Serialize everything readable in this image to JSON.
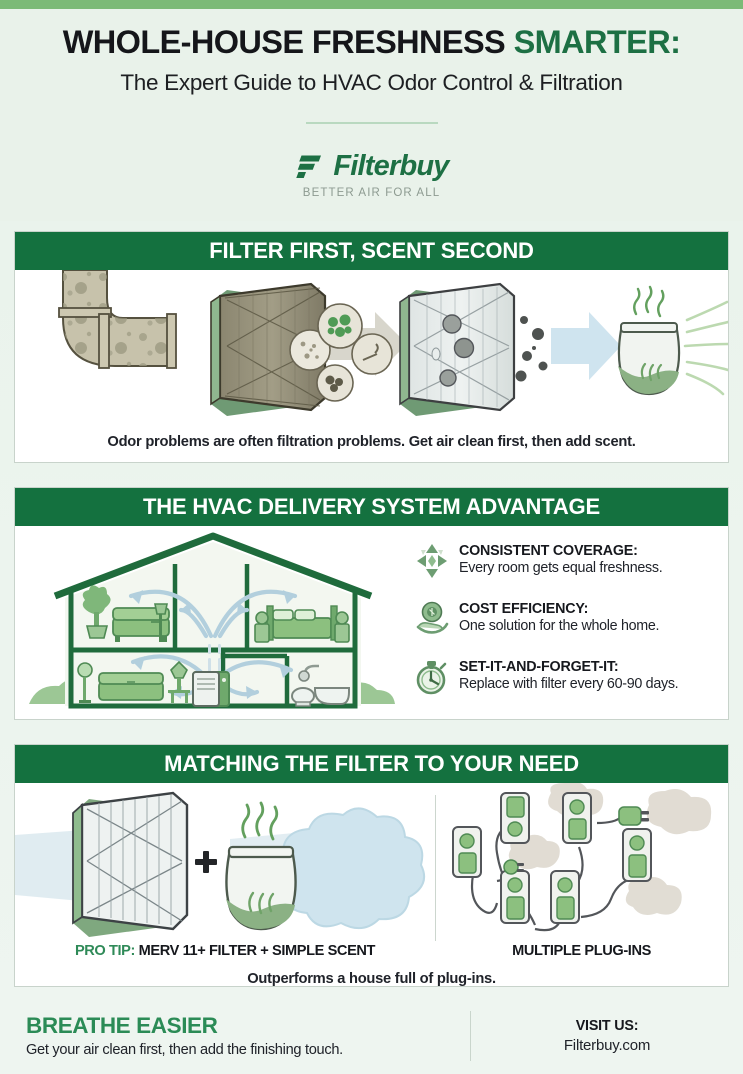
{
  "header": {
    "title_main": "WHOLE-HOUSE FRESHNESS ",
    "title_accent": "SMARTER:",
    "subtitle": "The Expert Guide to HVAC Odor Control & Filtration",
    "brand_name": "Filterbuy",
    "brand_tagline": "BETTER AIR FOR ALL"
  },
  "sections": [
    {
      "heading": "FILTER FIRST, SCENT SECOND",
      "caption": "Odor problems are often filtration problems. Get air clean first, then add scent."
    },
    {
      "heading": "THE HVAC DELIVERY SYSTEM ADVANTAGE",
      "benefits": [
        {
          "icon": "four-way-arrows-icon",
          "title": "CONSISTENT COVERAGE:",
          "desc": "Every room gets equal freshness."
        },
        {
          "icon": "coin-in-hand-icon",
          "title": "COST EFFICIENCY:",
          "desc": "One solution for the whole home."
        },
        {
          "icon": "stopwatch-icon",
          "title": "SET-IT-AND-FORGET-IT:",
          "desc": "Replace with filter every 60-90 days."
        }
      ]
    },
    {
      "heading": "MATCHING THE FILTER TO YOUR NEED",
      "label_left_prefix": "PRO TIP:",
      "label_left_rest": " MERV 11+ FILTER + SIMPLE SCENT",
      "label_right": "MULTIPLE PLUG-INS",
      "caption": "Outperforms a house full of plug-ins."
    }
  ],
  "footer": {
    "heading": "BREATHE EASIER",
    "subtext": "Get your air clean first, then add the finishing touch.",
    "visit_label": "VISIT US:",
    "visit_url": "Filterbuy.com"
  },
  "colors": {
    "header_green": "#14713f",
    "accent_green": "#1d7044",
    "footer_green": "#2b8b56",
    "top_strip": "#7cba77",
    "page_bg": "#eaf3ec"
  }
}
